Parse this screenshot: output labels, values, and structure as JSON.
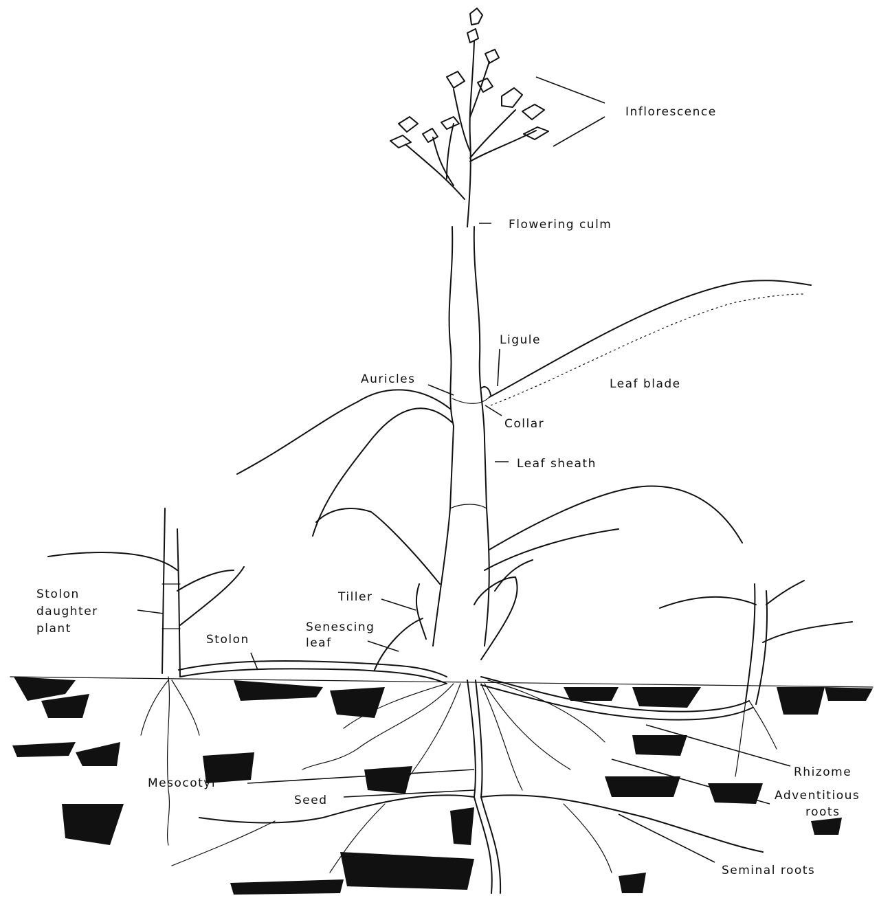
{
  "diagram": {
    "labels": {
      "inflorescence": "Inflorescence",
      "flowering_culm": "Flowering culm",
      "ligule": "Ligule",
      "auricles": "Auricles",
      "leaf_blade": "Leaf blade",
      "collar": "Collar",
      "leaf_sheath": "Leaf sheath",
      "stolon_daughter_plant_line1": "Stolon",
      "stolon_daughter_plant_line2": "daughter",
      "stolon_daughter_plant_line3": "plant",
      "tiller": "Tiller",
      "senescing_leaf_line1": "Senescing",
      "senescing_leaf_line2": "leaf",
      "stolon": "Stolon",
      "rhizome": "Rhizome",
      "mesocotyl": "Mesocotyl",
      "seed": "Seed",
      "adventitious_roots_line1": "Adventitious",
      "adventitious_roots_line2": "roots",
      "seminal_roots": "Seminal roots"
    }
  }
}
